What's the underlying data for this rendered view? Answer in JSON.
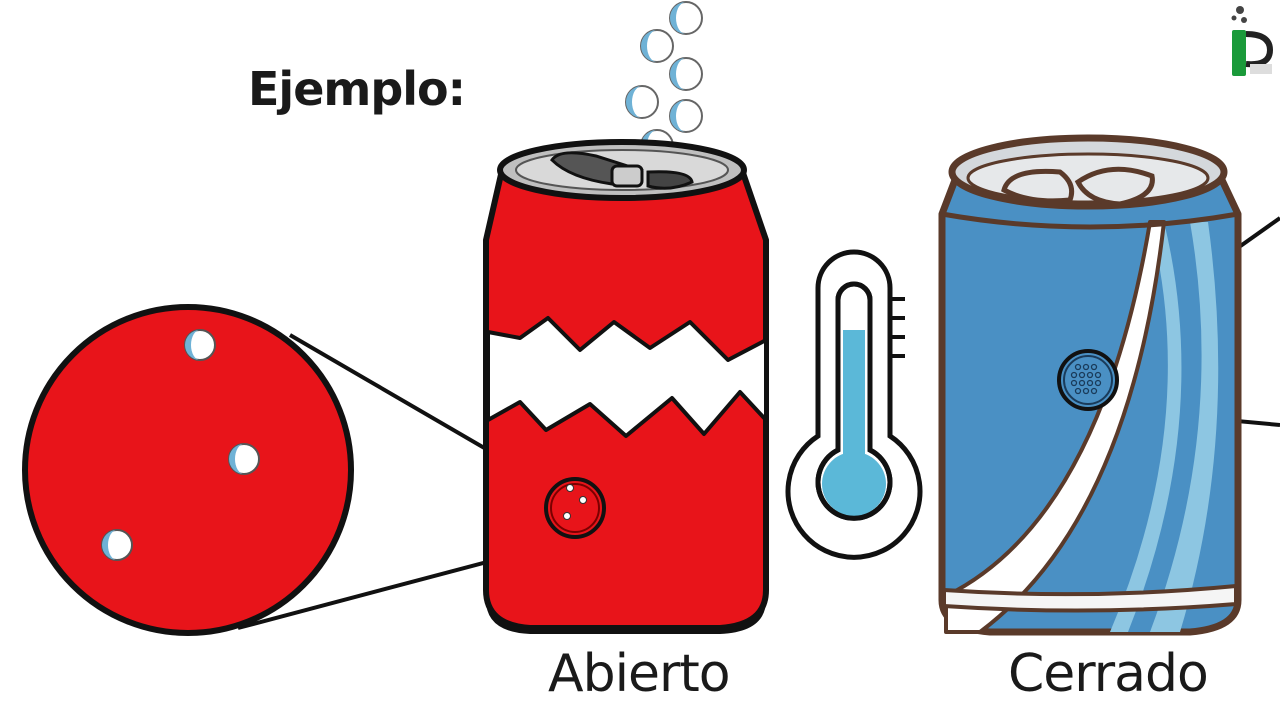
{
  "heading": "Ejemplo:",
  "cans": {
    "open": {
      "label": "Abierto"
    },
    "closed": {
      "label": "Cerrado"
    }
  },
  "colors": {
    "open_can": "#e8141a",
    "closed_can": "#4a90c4",
    "light_blue": "#8dc6e2",
    "thermometer_fluid": "#5bb8d8",
    "outline": "#111111",
    "brown_outline": "#5a3a2a"
  },
  "icons": [
    "open-can-icon",
    "closed-can-icon",
    "thermometer-icon",
    "magnifier-circle-icon",
    "bubble-icon",
    "logo-icon"
  ]
}
